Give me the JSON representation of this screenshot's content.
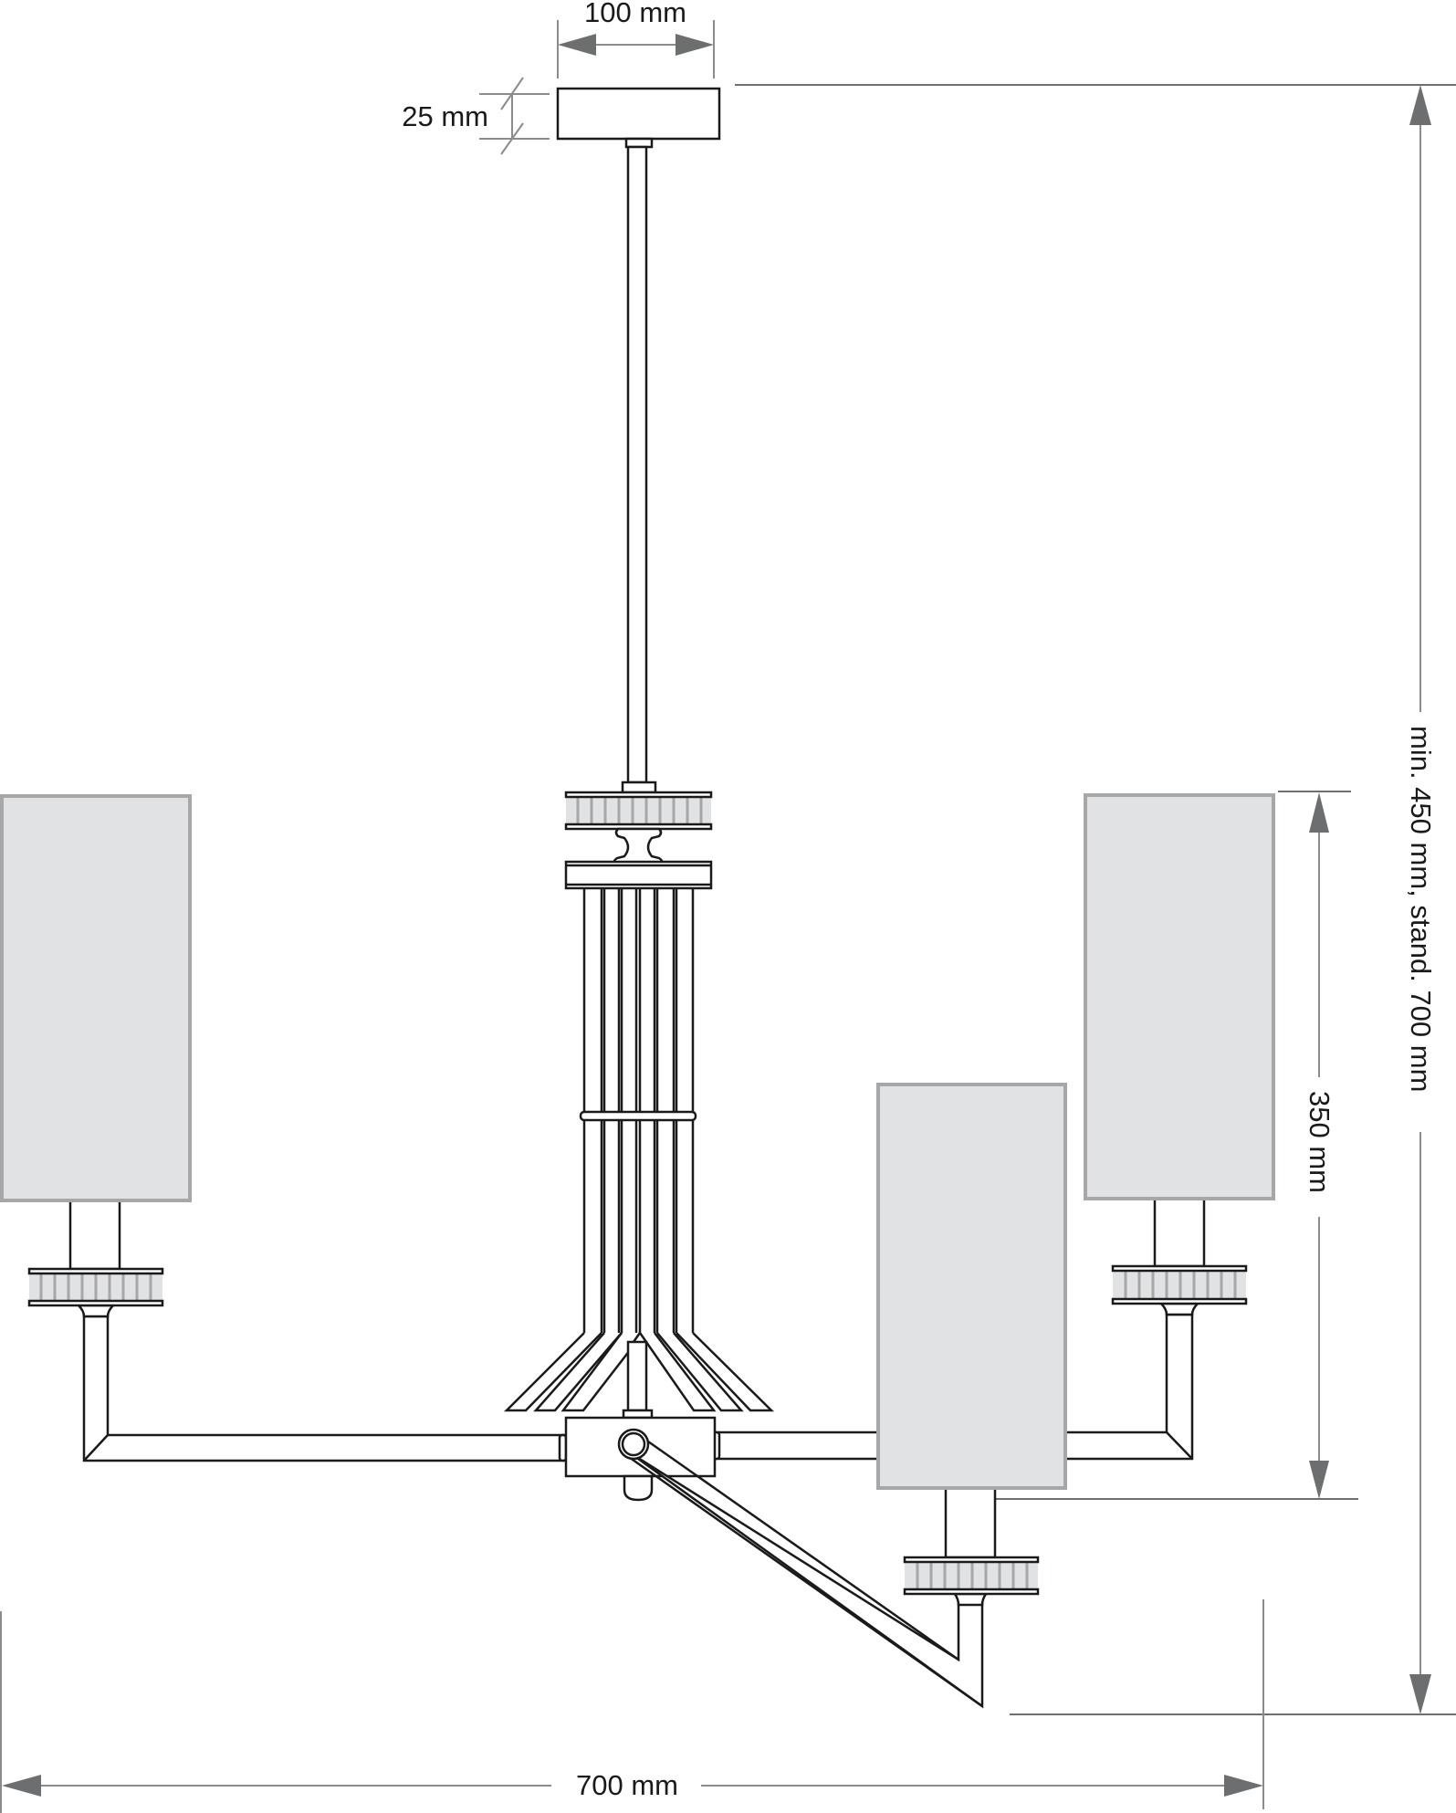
{
  "drawing": {
    "title": "Chandelier dimension drawing (3-arm pendant)",
    "colors": {
      "line": "#1a1a1a",
      "dimension_line": "#8c8c8c",
      "arrow": "#6d6e70",
      "shade_fill": "#e1e2e4",
      "shade_border": "#a7a7a7"
    },
    "dimensions": {
      "canopy_width": "100 mm",
      "canopy_height": "25 mm",
      "overall_height": "min. 450 mm, stand. 700 mm",
      "shade_height_span": "350 mm",
      "overall_width": "700 mm"
    },
    "components": [
      {
        "name": "ceiling-canopy"
      },
      {
        "name": "suspension-rod"
      },
      {
        "name": "upper-ring"
      },
      {
        "name": "cage-column"
      },
      {
        "name": "central-hub"
      },
      {
        "name": "left-arm-shade"
      },
      {
        "name": "right-arm-shade"
      },
      {
        "name": "front-arm-shade"
      }
    ]
  }
}
